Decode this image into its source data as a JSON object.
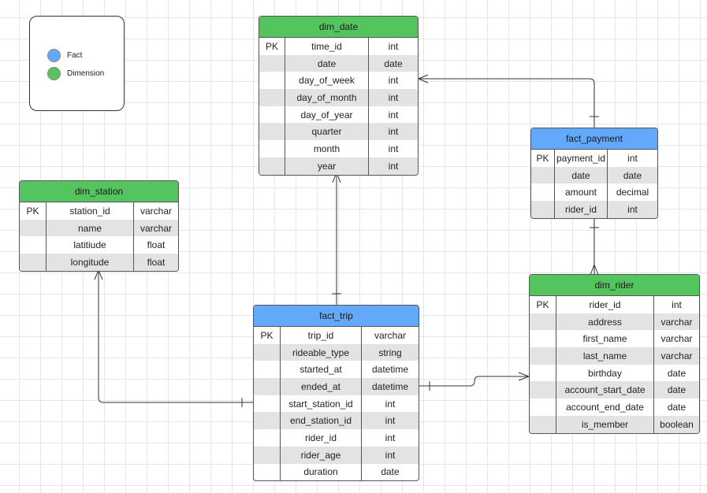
{
  "legend": {
    "items": [
      {
        "label": "Fact",
        "color": "#62a8fb"
      },
      {
        "label": "Dimension",
        "color": "#54c45e"
      }
    ]
  },
  "colors": {
    "dimension": "#54c45e",
    "fact": "#62a8fb",
    "line": "#333333"
  },
  "entities": {
    "dim_date": {
      "title": "dim_date",
      "kind": "dimension",
      "rows": [
        {
          "key": "PK",
          "name": "time_id",
          "type": "int"
        },
        {
          "key": "",
          "name": "date",
          "type": "date"
        },
        {
          "key": "",
          "name": "day_of_week",
          "type": "int"
        },
        {
          "key": "",
          "name": "day_of_month",
          "type": "int"
        },
        {
          "key": "",
          "name": "day_of_year",
          "type": "int"
        },
        {
          "key": "",
          "name": "quarter",
          "type": "int"
        },
        {
          "key": "",
          "name": "month",
          "type": "int"
        },
        {
          "key": "",
          "name": "year",
          "type": "int"
        }
      ]
    },
    "dim_station": {
      "title": "dim_station",
      "kind": "dimension",
      "rows": [
        {
          "key": "PK",
          "name": "station_id",
          "type": "varchar"
        },
        {
          "key": "",
          "name": "name",
          "type": "varchar"
        },
        {
          "key": "",
          "name": "latitiude",
          "type": "float"
        },
        {
          "key": "",
          "name": "longitude",
          "type": "float"
        }
      ]
    },
    "fact_payment": {
      "title": "fact_payment",
      "kind": "fact",
      "rows": [
        {
          "key": "PK",
          "name": "payment_id",
          "type": "int"
        },
        {
          "key": "",
          "name": "date",
          "type": "date"
        },
        {
          "key": "",
          "name": "amount",
          "type": "decimal"
        },
        {
          "key": "",
          "name": "rider_id",
          "type": "int"
        }
      ]
    },
    "dim_rider": {
      "title": "dim_rider",
      "kind": "dimension",
      "rows": [
        {
          "key": "PK",
          "name": "rider_id",
          "type": "int"
        },
        {
          "key": "",
          "name": "address",
          "type": "varchar"
        },
        {
          "key": "",
          "name": "first_name",
          "type": "varchar"
        },
        {
          "key": "",
          "name": "last_name",
          "type": "varchar"
        },
        {
          "key": "",
          "name": "birthday",
          "type": "date"
        },
        {
          "key": "",
          "name": "account_start_date",
          "type": "date"
        },
        {
          "key": "",
          "name": "account_end_date",
          "type": "date"
        },
        {
          "key": "",
          "name": "is_member",
          "type": "boolean"
        }
      ]
    },
    "fact_trip": {
      "title": "fact_trip",
      "kind": "fact",
      "rows": [
        {
          "key": "PK",
          "name": "trip_id",
          "type": "varchar"
        },
        {
          "key": "",
          "name": "rideable_type",
          "type": "string"
        },
        {
          "key": "",
          "name": "started_at",
          "type": "datetime"
        },
        {
          "key": "",
          "name": "ended_at",
          "type": "datetime"
        },
        {
          "key": "",
          "name": "start_station_id",
          "type": "int"
        },
        {
          "key": "",
          "name": "end_station_id",
          "type": "int"
        },
        {
          "key": "",
          "name": "rider_id",
          "type": "int"
        },
        {
          "key": "",
          "name": "rider_age",
          "type": "int"
        },
        {
          "key": "",
          "name": "duration",
          "type": "date"
        }
      ]
    }
  }
}
